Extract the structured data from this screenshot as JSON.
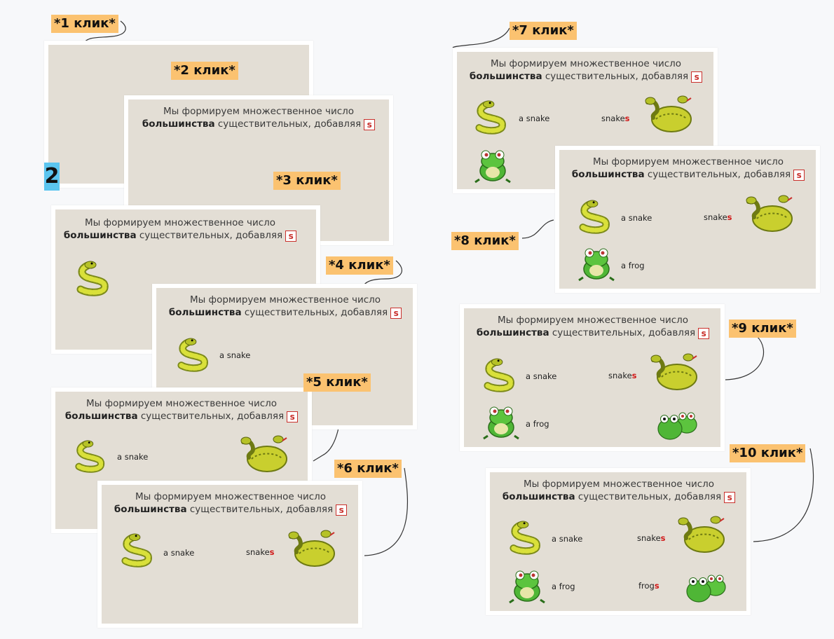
{
  "slide_text": {
    "title_line1": "Мы формируем множественное число",
    "title_bold": "большинства",
    "title_line2_rest": " существительных, добавляя",
    "s_letter": "s"
  },
  "words": {
    "a_snake": "a snake",
    "a_frog": "a frog",
    "snake": "snake",
    "frog": "frog",
    "s": "s"
  },
  "slide_number": "2",
  "clicks": {
    "c1": "*1 клик*",
    "c2": "*2 клик*",
    "c3": "*3 клик*",
    "c4": "*4 клик*",
    "c5": "*5 клик*",
    "c6": "*6 клик*",
    "c7": "*7 клик*",
    "c8": "*8 клик*",
    "c9": "*9 клик*",
    "c10": "*10 клик*"
  },
  "colors": {
    "slide_bg": "#e3ded5",
    "click_label_bg": "#fbc270",
    "accent_red": "#d01818",
    "number_badge": "#5bc5ef"
  }
}
